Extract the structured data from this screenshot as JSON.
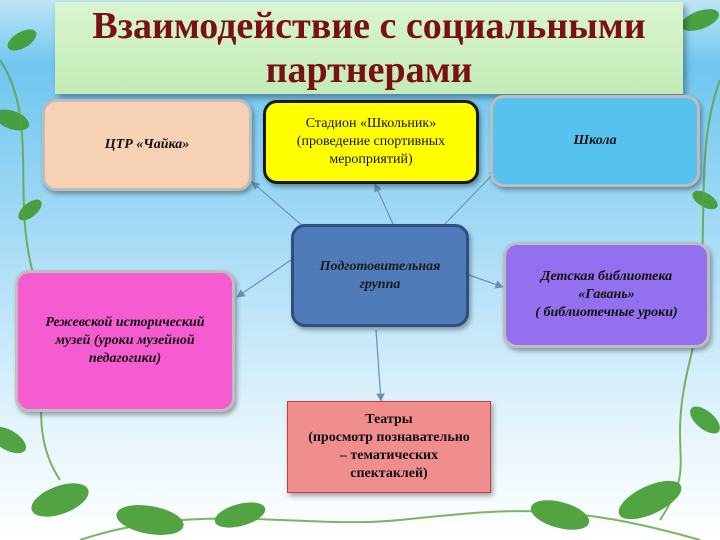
{
  "title": {
    "line1": "Взаимодействие с социальными",
    "line2": "партнерами"
  },
  "center": {
    "line1": "Подготовительная",
    "line2": "группа"
  },
  "nodes": {
    "tsr": {
      "line1": "ЦТР «Чайка»"
    },
    "stadium": {
      "line1": "Стадион «Школьник»",
      "line2": "(проведение спортивных",
      "line3": "мероприятий)"
    },
    "school": {
      "line1": "Школа"
    },
    "museum": {
      "line1": "Режевской исторический",
      "line2": "музей  (уроки музейной",
      "line3": "педагогики)"
    },
    "library": {
      "line1": "Детская библиотека",
      "line2": "«Гавань»",
      "line3": "( библиотечные уроки)"
    },
    "theatre": {
      "line1": "Театры",
      "line2": "(просмотр познавательно",
      "line3": "– тематических",
      "line4": "спектаклей)"
    }
  },
  "colors": {
    "title_text": "#7a0f14",
    "center": "#4f7bb8",
    "tsr": "#f7d1b3",
    "stadium": "#ffff00",
    "school": "#56c3ee",
    "museum": "#f55ccf",
    "library": "#9370ee",
    "theatre": "#f08e8e",
    "arrow": "#6b8fb5"
  }
}
